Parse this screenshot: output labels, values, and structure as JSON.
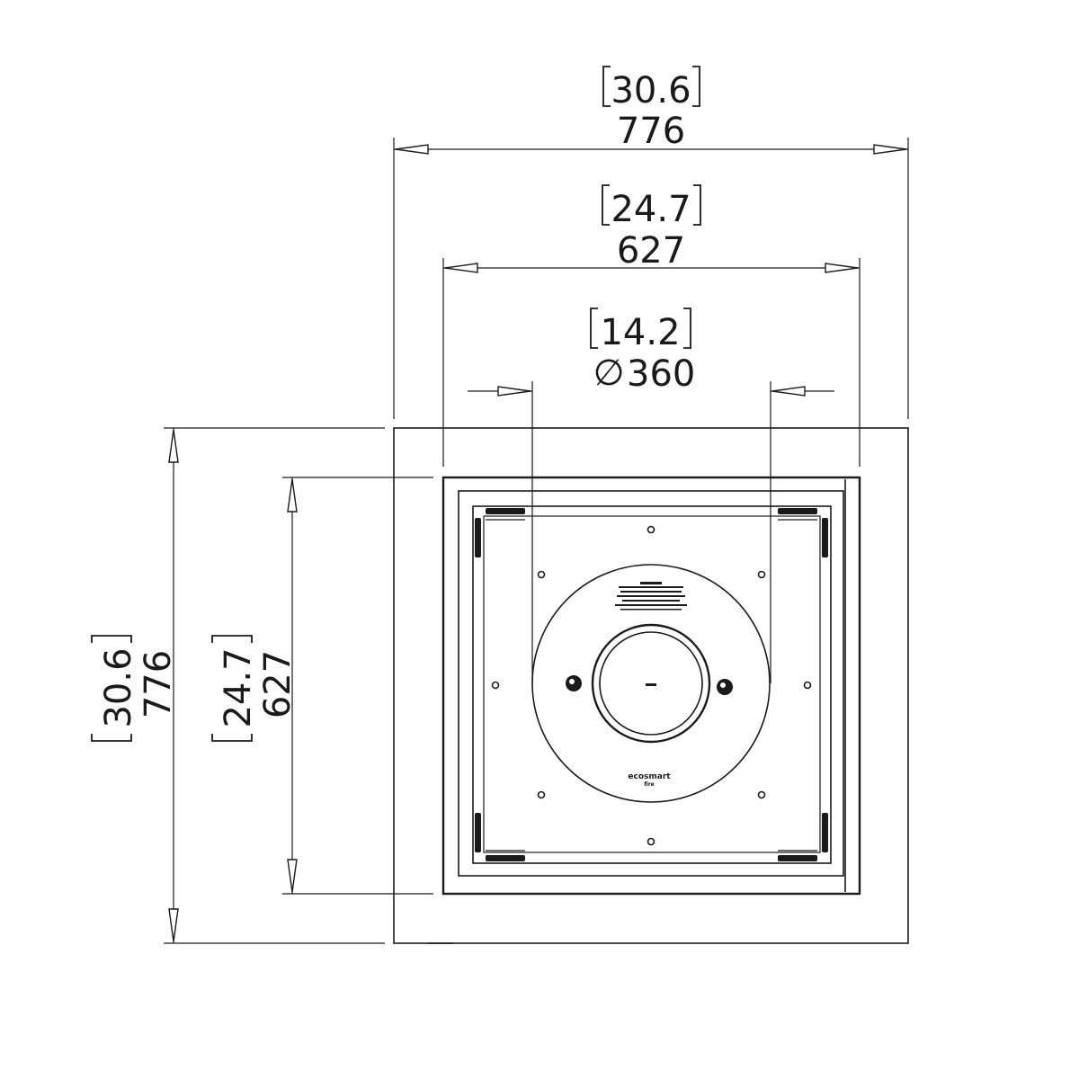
{
  "dimensions": {
    "overall_width": {
      "inches": "30.6",
      "mm": "776"
    },
    "inner_width": {
      "inches": "24.7",
      "mm": "627"
    },
    "burner_diameter": {
      "inches": "14.2",
      "mm": "360",
      "symbol": "∅"
    },
    "overall_depth": {
      "inches": "30.6",
      "mm": "776"
    },
    "inner_depth": {
      "inches": "24.7",
      "mm": "627"
    }
  },
  "burner": {
    "brand_text": "ecosmart",
    "brand_sub": "fire"
  },
  "colors": {
    "line": "#1a1a1a",
    "background": "#ffffff"
  }
}
